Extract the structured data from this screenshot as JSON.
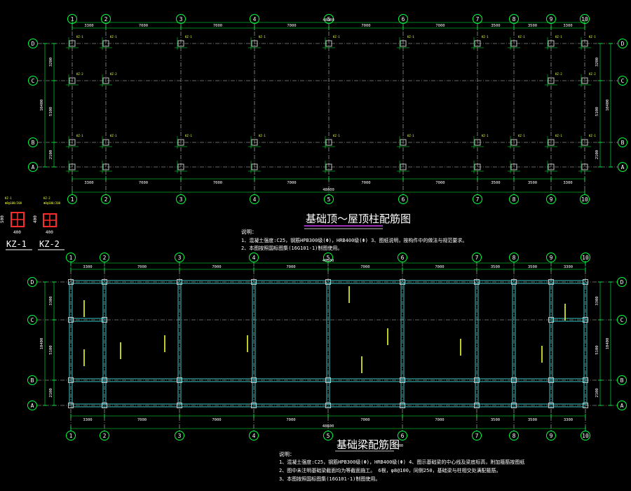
{
  "colors": {
    "background": "#000000",
    "grid_circle": "#00ff3c",
    "dim_line": "#00ff3c",
    "dim_text": "#ffffff",
    "axis_dashed": "#c8c8c8",
    "column_box": "#bfbfbf",
    "rebar_red": "#ff2a2a",
    "beam_cyan": "#39c6c8",
    "annotation_yellow": "#f0ff2a",
    "title_white": "#ffffff",
    "title_underline": "#d23cff"
  },
  "axes": {
    "numbers": [
      "1",
      "2",
      "3",
      "4",
      "5",
      "6",
      "7",
      "8",
      "9",
      "10"
    ],
    "letters": [
      "D",
      "C",
      "B",
      "A"
    ]
  },
  "plan_top": {
    "span_dims": [
      "3300",
      "7000",
      "7000",
      "7000",
      "7000",
      "7000",
      "3500",
      "3500",
      "3300"
    ],
    "overall_dim": "48600",
    "row_dims": [
      "3200",
      "5100",
      "2100"
    ],
    "total_depth": "10400",
    "column_tags": [
      "KZ-1",
      "KZ-2"
    ]
  },
  "column_details": [
    {
      "name": "KZ-1",
      "size_a": "400",
      "size_b": "500"
    },
    {
      "name": "KZ-2",
      "size_a": "400",
      "size_b": "400"
    }
  ],
  "title_top": "基础顶～屋顶柱配筋图",
  "notes_top": {
    "heading": "说明：",
    "lines": [
      "1、混凝土强度:C25，钢筋HPB300级(Φ)，HRB400级(Φ)  3、图纸说明，按构件中的做法与规范要求。",
      "2、本图按照国标图集(16G101-1)制图使用。"
    ]
  },
  "plan_bottom": {
    "span_dims": [
      "3300",
      "7000",
      "7000",
      "7000",
      "7000",
      "7000",
      "3500",
      "3500",
      "3300"
    ],
    "overall_dim": "48600",
    "row_dims": [
      "3300",
      "5100",
      "2100"
    ],
    "total_depth": "10400"
  },
  "title_bottom": "基础梁配筋图",
  "title_bottom_scale": "1:100",
  "notes_bottom": {
    "heading": "说明：",
    "lines": [
      "1、混凝土强度:C25，钢筋HPB300级(Φ)，HRB400级(Φ)  4、图示基础梁的中心线及梁底标高，附加箍筋按图纸",
      "2、图中未注明基础梁截面均为等截面施工。            6根，φ8@100，同侧250，基础梁与柱相交处满配箍筋。",
      "3、本图按照国标图集(16G101-1)制图使用。"
    ]
  }
}
